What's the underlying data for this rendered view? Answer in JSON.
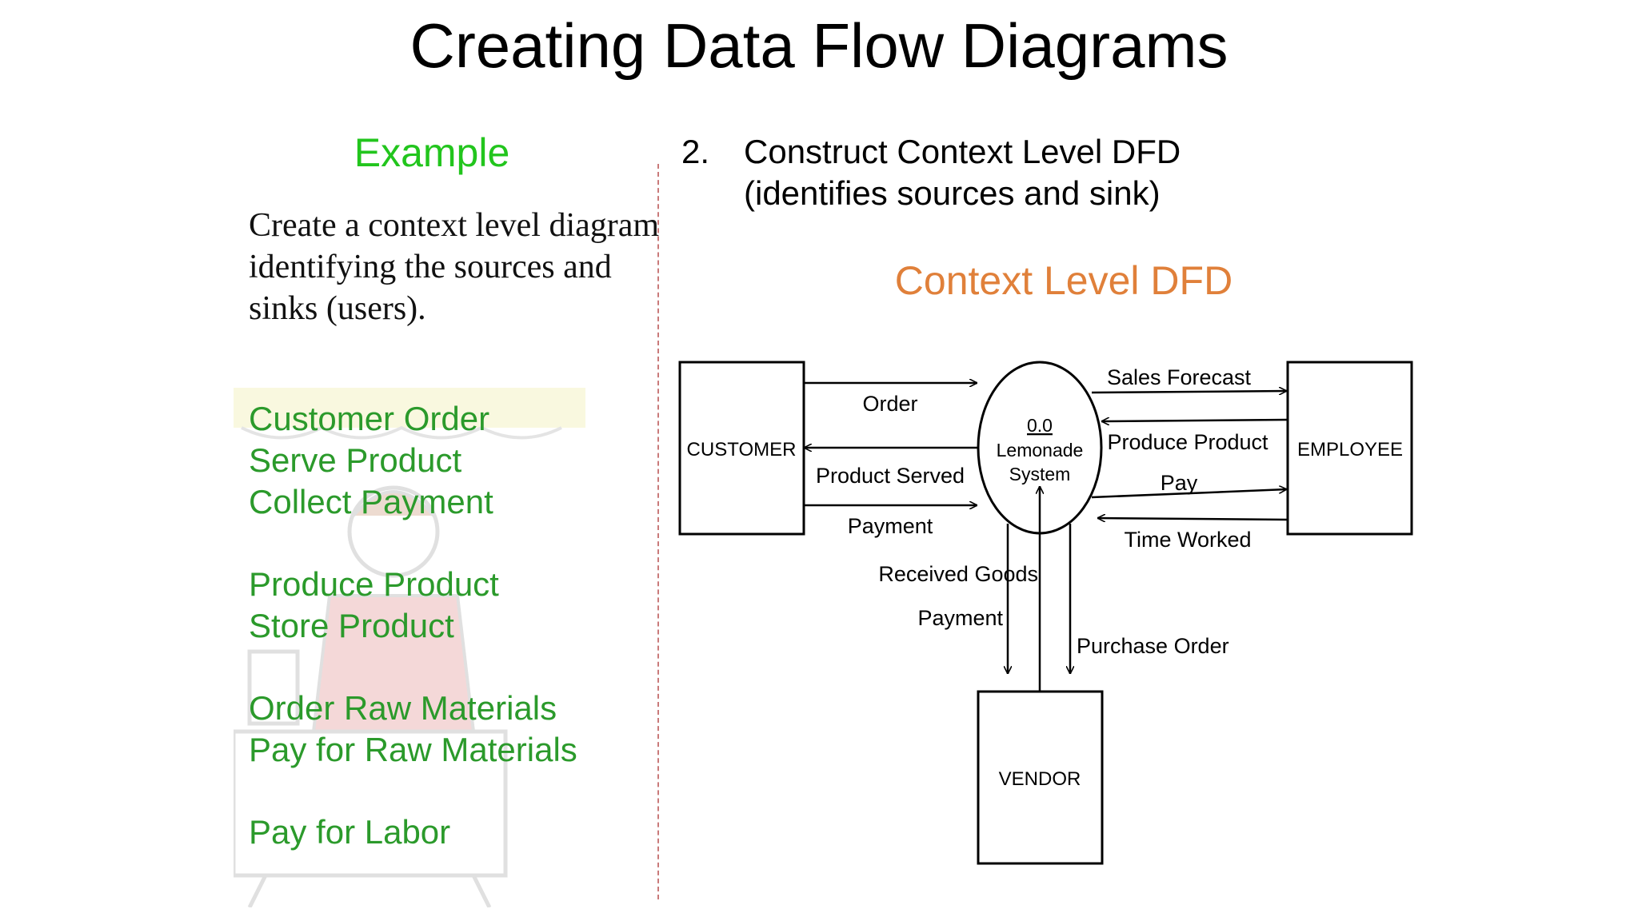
{
  "title": "Creating Data Flow Diagrams",
  "left": {
    "heading": "Example",
    "text": "Create a context level diagram identifying the sources and sinks (users).",
    "tasks": [
      "Customer Order",
      "Serve Product",
      "Collect Payment",
      "Produce Product",
      "Store Product",
      "Order Raw Materials",
      "Pay for Raw Materials",
      "Pay for Labor"
    ],
    "colors": {
      "heading": "#22c51d",
      "tasks": "#2b9a2b"
    }
  },
  "right": {
    "step_number": "2.",
    "step_line_1": "Construct Context Level DFD",
    "step_line_2": "(identifies sources and sink)",
    "diagram_title": "Context Level DFD",
    "colors": {
      "diagram_title": "#e0803a"
    }
  },
  "dfd": {
    "process": {
      "id": "0.0",
      "line1": "Lemonade",
      "line2": "System"
    },
    "entities": {
      "customer": "CUSTOMER",
      "employee": "EMPLOYEE",
      "vendor": "VENDOR"
    },
    "flows": {
      "order": "Order",
      "product_served": "Product Served",
      "payment_customer": "Payment",
      "sales_forecast": "Sales Forecast",
      "produce_product": "Produce Product",
      "pay": "Pay",
      "time_worked": "Time Worked",
      "received_goods": "Received Goods",
      "payment_vendor": "Payment",
      "purchase_order": "Purchase Order"
    }
  }
}
